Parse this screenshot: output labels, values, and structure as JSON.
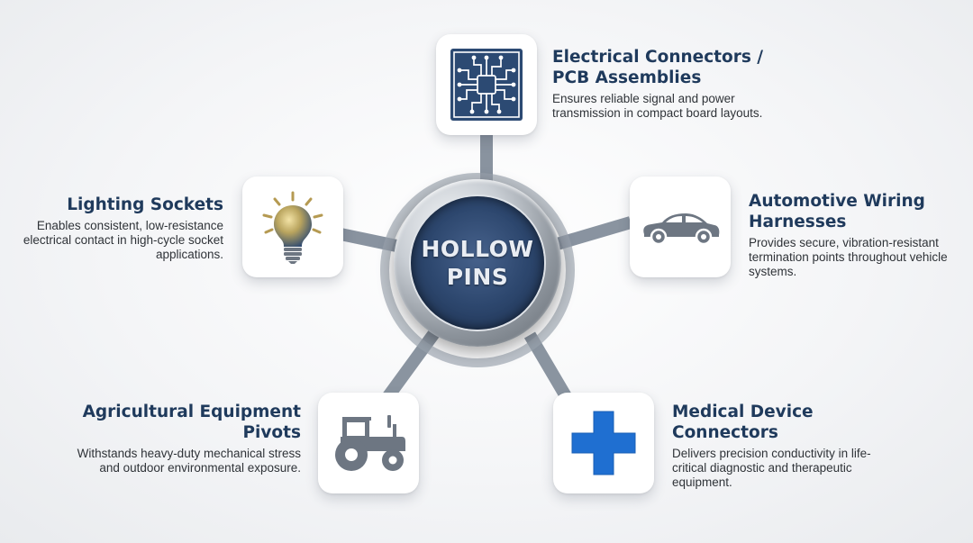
{
  "hub": {
    "title": "HOLLOW\nPINS"
  },
  "applications": [
    {
      "id": "pcb",
      "title": "Electrical Connectors / PCB Assemblies",
      "description": "Ensures reliable signal and power transmission in compact board layouts.",
      "icon": "circuit-board-icon"
    },
    {
      "id": "automotive",
      "title": "Automotive Wiring Harnesses",
      "description": "Provides secure, vibration-resistant termination points throughout vehicle systems.",
      "icon": "car-icon"
    },
    {
      "id": "medical",
      "title": "Medical Device Connectors",
      "description": "Delivers precision conductivity in life-critical diagnostic and therapeutic equipment.",
      "icon": "medical-cross-icon"
    },
    {
      "id": "agricultural",
      "title": "Agricultural Equipment Pivots",
      "description": "Withstands heavy-duty mechanical stress and outdoor environmental exposure.",
      "icon": "tractor-icon"
    },
    {
      "id": "lighting",
      "title": "Lighting Sockets",
      "description": "Enables consistent, low-resistance electrical contact in high-cycle socket applications.",
      "icon": "light-bulb-icon"
    }
  ],
  "colors": {
    "navy": "#1f3a5c",
    "connector": "#7d8896",
    "medical_blue": "#1f6fd1",
    "icon_gray": "#6d7682",
    "bulb_gold": "#b59a52"
  }
}
